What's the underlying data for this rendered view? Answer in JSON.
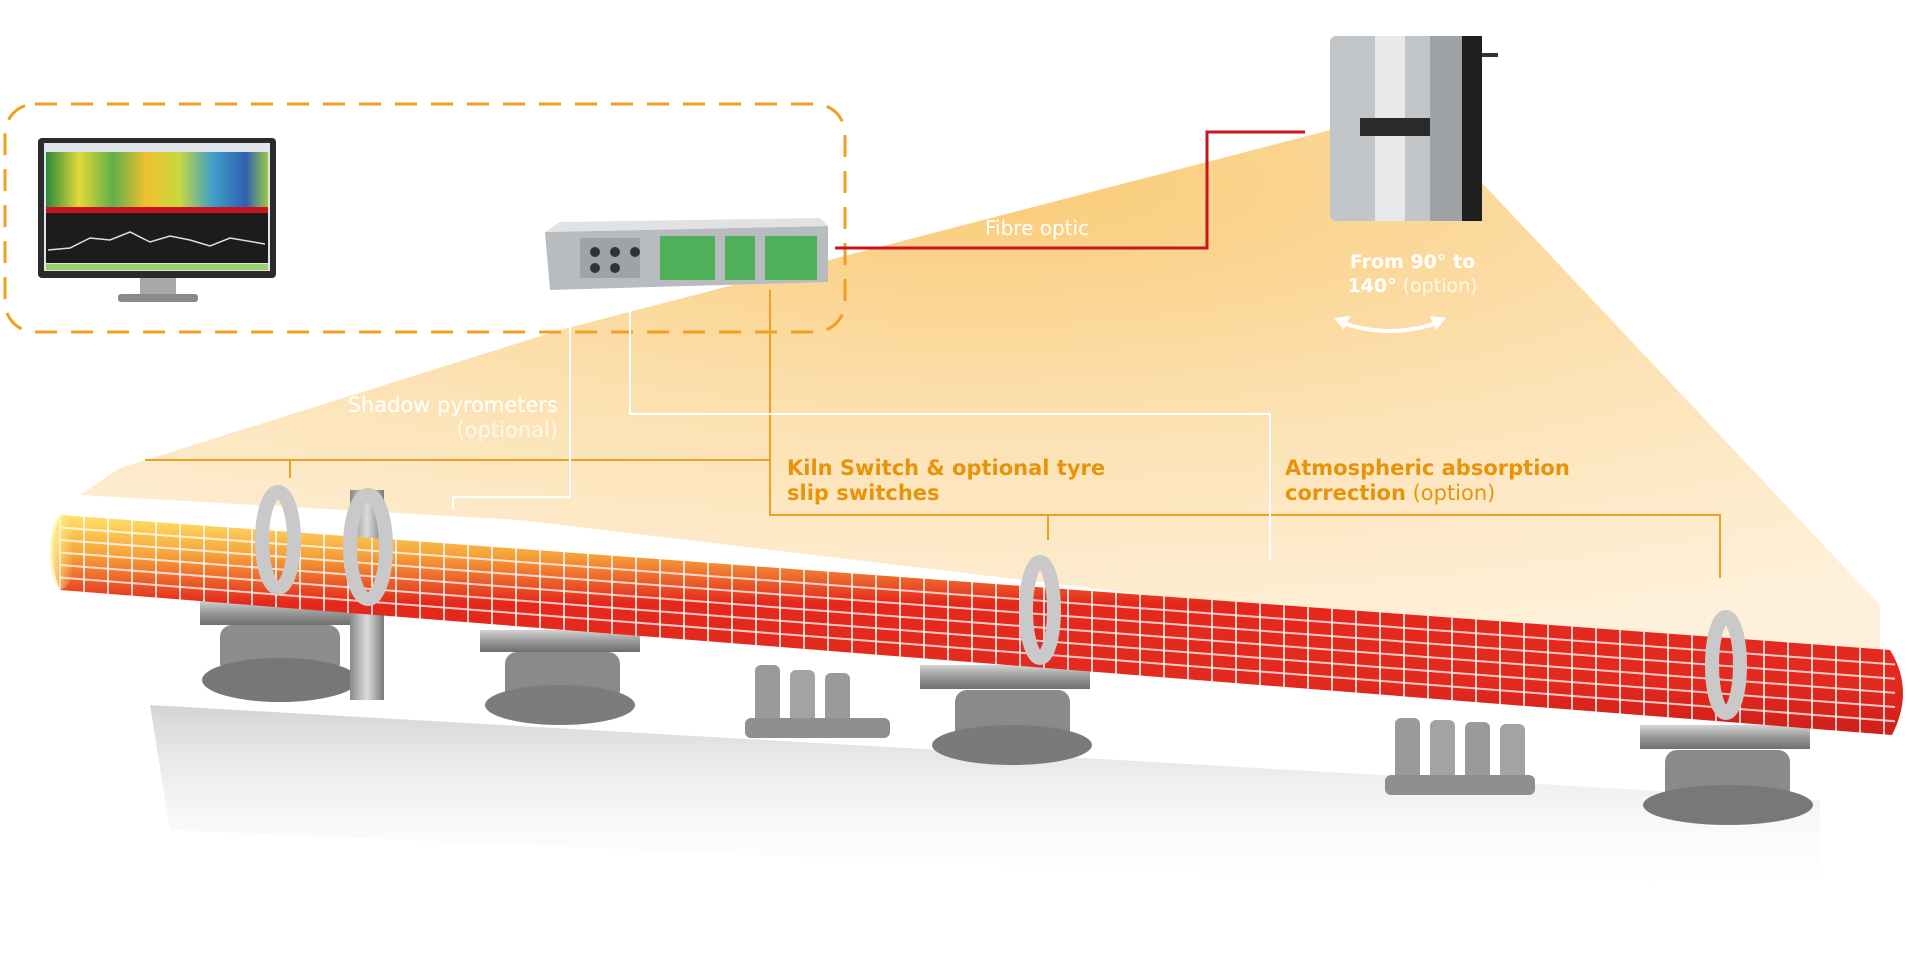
{
  "labels": {
    "fibre_optic": "Fibre optic",
    "angle_line1_bold": "From 90°",
    "angle_line1_rest": " to",
    "angle_line2_bold": "140°",
    "angle_line2_rest": " (option)",
    "shadow_line1": "Shadow pyrometers",
    "shadow_line2": "(optional)",
    "kiln_line1": "Kiln Switch & optional tyre",
    "kiln_line2": "slip switches",
    "atmo_line1": "Atmospheric absorption",
    "atmo_line2_bold": "correction",
    "atmo_line2_rest": " (option)"
  },
  "colors": {
    "accent_orange": "#f0a020",
    "fibre_red": "#c8141e",
    "kiln_red": "#e42a1e",
    "kiln_yellow": "#ffd84a",
    "scan_glow": "#f9c76b"
  },
  "icons": {
    "monitor": "monitor-icon",
    "processor": "processor-unit-icon",
    "scanner": "scanner-icon",
    "rotation": "rotation-arrow-icon"
  }
}
